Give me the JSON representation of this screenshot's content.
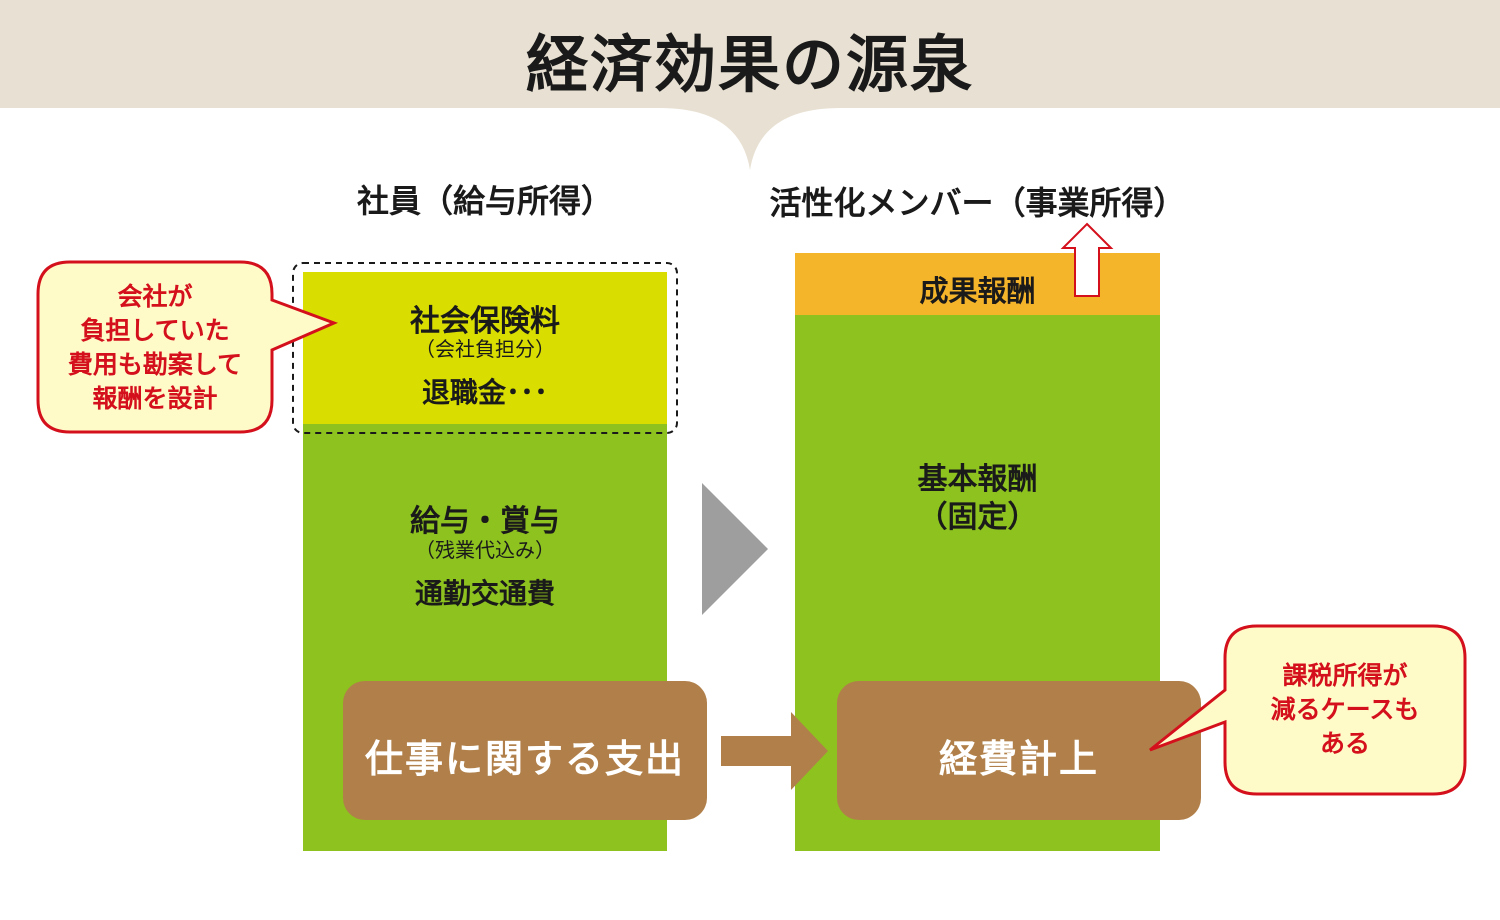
{
  "title": "経済効果の源泉",
  "columns": {
    "left_heading": "社員（給与所得）",
    "right_heading": "活性化メンバー（事業所得）"
  },
  "left_stack": {
    "top_block": {
      "main": "社会保険料",
      "sub": "（会社負担分）",
      "extra": "退職金･･･"
    },
    "bottom_block": {
      "main": "給与・賞与",
      "sub": "（残業代込み）",
      "extra": "通勤交通費"
    },
    "expense_box": "仕事に関する支出"
  },
  "right_stack": {
    "top_block": "成果報酬",
    "middle_block": {
      "line1": "基本報酬",
      "line2": "（固定）"
    },
    "expense_box": "経費計上"
  },
  "callouts": {
    "left": [
      "会社が",
      "負担していた",
      "費用も勘案して",
      "報酬を設計"
    ],
    "right": [
      "課税所得が",
      "減るケースも",
      "ある"
    ]
  },
  "colors": {
    "header_band": "#e8e1d3",
    "yellow_block": "#d9de00",
    "green_block": "#8dc21f",
    "orange_block": "#f5b52a",
    "brown_box": "#b1804a",
    "gray_arrow": "#9e9e9e",
    "callout_border": "#d4101c",
    "callout_fill": "#fffbc9"
  }
}
